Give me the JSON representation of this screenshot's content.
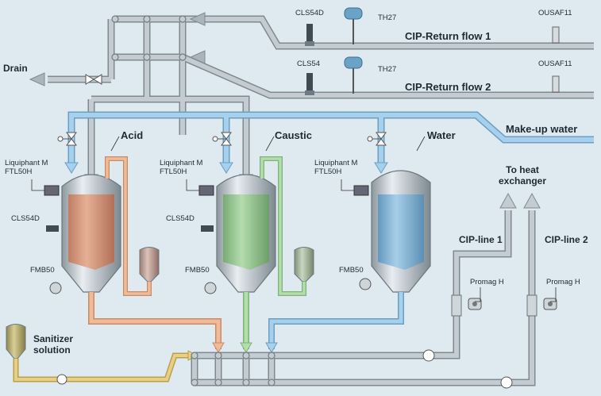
{
  "flows": {
    "cip_return_1": "CIP-Return flow 1",
    "cip_return_2": "CIP-Return flow 2",
    "makeup_water": "Make-up water",
    "drain": "Drain",
    "heat_exchanger": "To heat\nexchanger",
    "cip_line_1": "CIP-line 1",
    "cip_line_2": "CIP-line 2"
  },
  "tanks": {
    "acid": "Acid",
    "caustic": "Caustic",
    "water": "Water",
    "sanitizer": "Sanitizer\nsolution"
  },
  "instruments": {
    "cls54d_top": "CLS54D",
    "th27_top": "TH27",
    "ousaf11_top": "OUSAF11",
    "cls54_bottom": "CLS54",
    "th27_bottom": "TH27",
    "ousaf11_bottom": "OUSAF11",
    "liquiphant_1": "Liquiphant M\nFTL50H",
    "liquiphant_2": "Liquiphant M\nFTL50H",
    "liquiphant_3": "Liquiphant M\nFTL50H",
    "cls54d_tank1": "CLS54D",
    "cls54d_tank2": "CLS54D",
    "fmb50_1": "FMB50",
    "fmb50_2": "FMB50",
    "fmb50_3": "FMB50",
    "promag_1": "Promag H",
    "promag_2": "Promag H"
  },
  "colors": {
    "background": "#dfe9f0",
    "pipe_gray": "#a9b4bb",
    "pipe_blue": "#9cc8e6",
    "acid_fill": "#d9967a",
    "caustic_fill": "#96c990",
    "water_fill": "#7db2d6",
    "acid_pipe": "#f0b48f",
    "caustic_pipe": "#a6d39d",
    "sanitizer_pipe": "#e3c77a"
  }
}
